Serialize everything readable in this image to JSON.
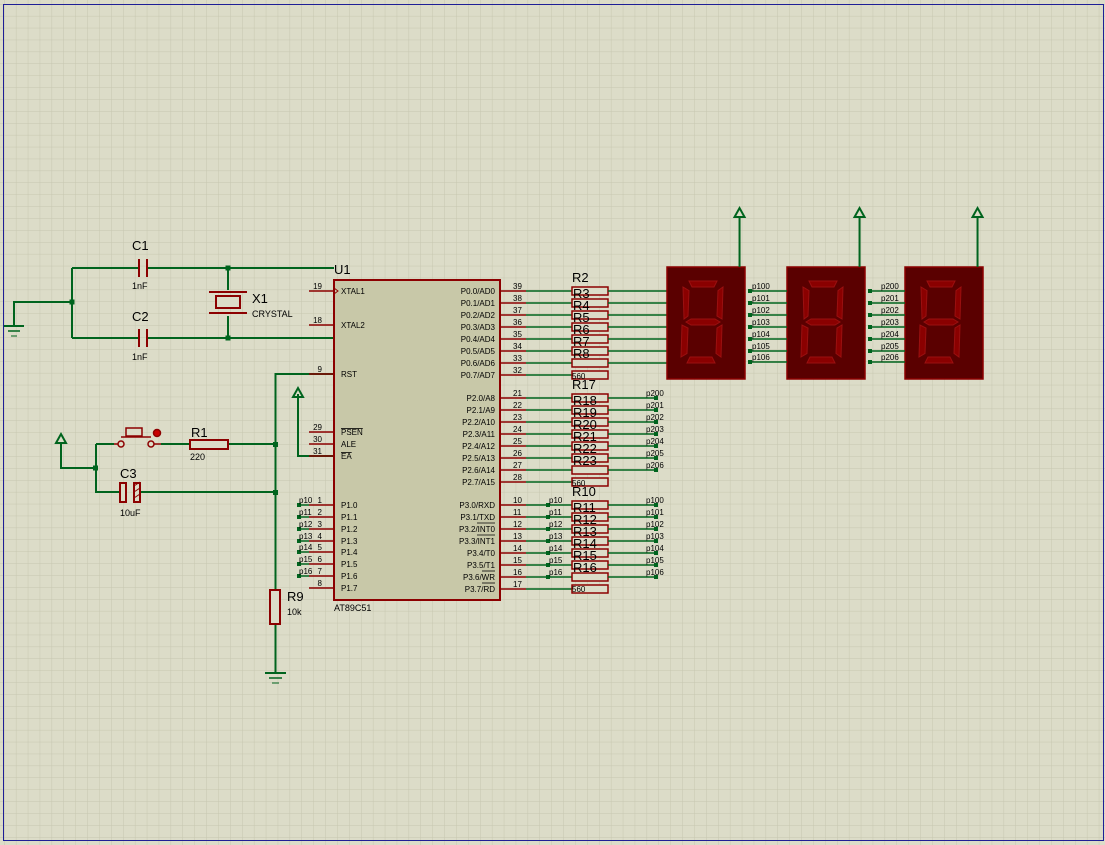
{
  "components": {
    "c1": {
      "ref": "C1",
      "value": "1nF"
    },
    "c2": {
      "ref": "C2",
      "value": "1nF"
    },
    "x1": {
      "ref": "X1",
      "value": "CRYSTAL"
    },
    "u1": {
      "ref": "U1",
      "part": "AT89C51"
    },
    "r1": {
      "ref": "R1",
      "value": "220"
    },
    "c3": {
      "ref": "C3",
      "value": "10uF"
    },
    "r9": {
      "ref": "R9",
      "value": "10k"
    },
    "rn_p0": {
      "ref": "R2",
      "value": "560"
    },
    "rn_p2": {
      "ref": "R17",
      "value": "560"
    },
    "rn_p3": {
      "ref": "R10",
      "value": "560"
    }
  },
  "mcu": {
    "left_pins": [
      {
        "num": "19",
        "name": "XTAL1",
        "over": false
      },
      {
        "num": "18",
        "name": "XTAL2",
        "over": false
      },
      {
        "num": "9",
        "name": "RST",
        "over": false
      },
      {
        "num": "29",
        "name": "PSEN",
        "over": true
      },
      {
        "num": "30",
        "name": "ALE",
        "over": false
      },
      {
        "num": "31",
        "name": "EA",
        "over": true
      },
      {
        "num": "1",
        "name": "P1.0",
        "over": false
      },
      {
        "num": "2",
        "name": "P1.1",
        "over": false
      },
      {
        "num": "3",
        "name": "P1.2",
        "over": false
      },
      {
        "num": "4",
        "name": "P1.3",
        "over": false
      },
      {
        "num": "5",
        "name": "P1.4",
        "over": false
      },
      {
        "num": "6",
        "name": "P1.5",
        "over": false
      },
      {
        "num": "7",
        "name": "P1.6",
        "over": false
      },
      {
        "num": "8",
        "name": "P1.7",
        "over": false
      }
    ],
    "p1_net_labels": [
      "p10",
      "p11",
      "p12",
      "p13",
      "p14",
      "p15",
      "p16"
    ],
    "port0": [
      {
        "num": "39",
        "name": "P0.0/AD0"
      },
      {
        "num": "38",
        "name": "P0.1/AD1"
      },
      {
        "num": "37",
        "name": "P0.2/AD2"
      },
      {
        "num": "36",
        "name": "P0.3/AD3"
      },
      {
        "num": "35",
        "name": "P0.4/AD4"
      },
      {
        "num": "34",
        "name": "P0.5/AD5"
      },
      {
        "num": "33",
        "name": "P0.6/AD6"
      },
      {
        "num": "32",
        "name": "P0.7/AD7"
      }
    ],
    "port2": [
      {
        "num": "21",
        "name": "P2.0/A8"
      },
      {
        "num": "22",
        "name": "P2.1/A9"
      },
      {
        "num": "23",
        "name": "P2.2/A10"
      },
      {
        "num": "24",
        "name": "P2.3/A11"
      },
      {
        "num": "25",
        "name": "P2.4/A12"
      },
      {
        "num": "26",
        "name": "P2.5/A13"
      },
      {
        "num": "27",
        "name": "P2.6/A14"
      },
      {
        "num": "28",
        "name": "P2.7/A15"
      }
    ],
    "port3": [
      {
        "num": "10",
        "name": "P3.0/RXD"
      },
      {
        "num": "11",
        "name": "P3.1/TXD"
      },
      {
        "num": "12",
        "name": "P3.2/INT0"
      },
      {
        "num": "13",
        "name": "P3.3/INT1"
      },
      {
        "num": "14",
        "name": "P3.4/T0"
      },
      {
        "num": "15",
        "name": "P3.5/T1"
      },
      {
        "num": "16",
        "name": "P3.6/WR"
      },
      {
        "num": "17",
        "name": "P3.7/RD"
      }
    ]
  },
  "res_p0": [
    "R3",
    "R4",
    "R5",
    "R6",
    "R7",
    "R8"
  ],
  "res_p2": [
    "R18",
    "R19",
    "R20",
    "R21",
    "R22",
    "R23"
  ],
  "res_p3": [
    "R11",
    "R12",
    "R13",
    "R14",
    "R15",
    "R16"
  ],
  "net_p2": [
    "p200",
    "p201",
    "p202",
    "p203",
    "p204",
    "p205",
    "p206"
  ],
  "net_p3_left": [
    "p10",
    "p11",
    "p12",
    "p13",
    "p14",
    "p15",
    "p16"
  ],
  "net_p3_right": [
    "p100",
    "p101",
    "p102",
    "p103",
    "p104",
    "p105",
    "p106"
  ],
  "disp2_labels": [
    "p100",
    "p101",
    "p102",
    "p103",
    "p104",
    "p105",
    "p106"
  ],
  "disp3_labels": [
    "p200",
    "p201",
    "p202",
    "p203",
    "p204",
    "p205",
    "p206"
  ],
  "colors": {
    "background": "#dcdcc8",
    "grid": "#c6c6b0",
    "wire": "#00641e",
    "component": "#8c0000",
    "chip_fill": "#c8c8a8",
    "display_body": "#5a0000",
    "segment": "#8a0000",
    "border": "#1e1e96"
  }
}
